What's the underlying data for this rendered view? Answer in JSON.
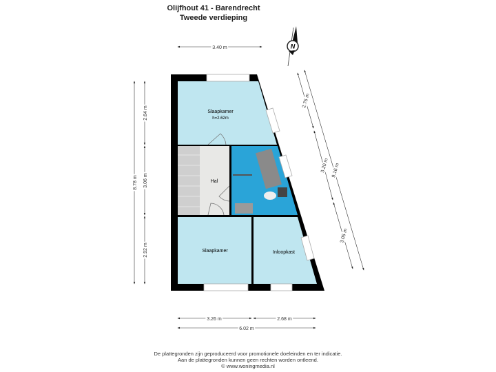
{
  "header": {
    "title": "Olijfhout 41 - Barendrecht",
    "subtitle": "Tweede verdieping"
  },
  "rooms": [
    {
      "name": "Slaapkamer",
      "note": "h=2.62m",
      "color": "#bfe6f0"
    },
    {
      "name": "Hal",
      "color": "#e8e8e6"
    },
    {
      "name": "",
      "color": "#2aa4d8"
    },
    {
      "name": "Slaapkamer",
      "color": "#bfe6f0"
    },
    {
      "name": "Inloopkast",
      "color": "#bfe6f0"
    }
  ],
  "dimensions": {
    "top": "3.40 m",
    "left_total": "8.78 m",
    "left_segments": [
      "2.64 m",
      "3.06 m",
      "2.92 m"
    ],
    "right_segments": [
      "2.75 m",
      "3.20 m",
      "3.05 m"
    ],
    "right_total": "9.16 m",
    "bottom_segments": [
      "3.26 m",
      "2.68 m"
    ],
    "bottom_total": "6.02 m"
  },
  "compass": {
    "label": "N",
    "icon": "north-arrow-icon"
  },
  "footer": {
    "line1": "De plattegronden zijn geproduceerd voor promotionele doeleinden en ter indicatie.",
    "line2": "Aan de plattegronden kunnen geen rechten worden ontleend.",
    "line3": "© www.woningmedia.nl"
  }
}
